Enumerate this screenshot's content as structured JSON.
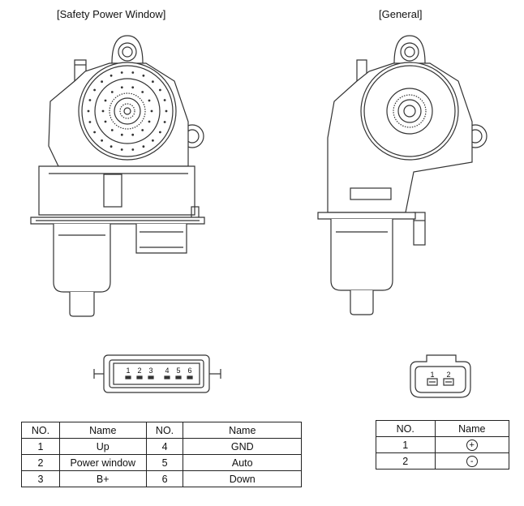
{
  "titles": {
    "left": "[Safety Power Window]",
    "right": "[General]"
  },
  "connector_left": {
    "pins": [
      "1",
      "2",
      "3",
      "4",
      "5",
      "6"
    ]
  },
  "connector_right": {
    "pins": [
      "1",
      "2"
    ]
  },
  "table_left": {
    "headers": [
      "NO.",
      "Name",
      "NO.",
      "Name"
    ],
    "rows": [
      [
        "1",
        "Up",
        "4",
        "GND"
      ],
      [
        "2",
        "Power window",
        "5",
        "Auto"
      ],
      [
        "3",
        "B+",
        "6",
        "Down"
      ]
    ]
  },
  "table_right": {
    "headers": [
      "NO.",
      "Name"
    ],
    "rows": [
      [
        "1",
        "+"
      ],
      [
        "2",
        "-"
      ]
    ]
  }
}
